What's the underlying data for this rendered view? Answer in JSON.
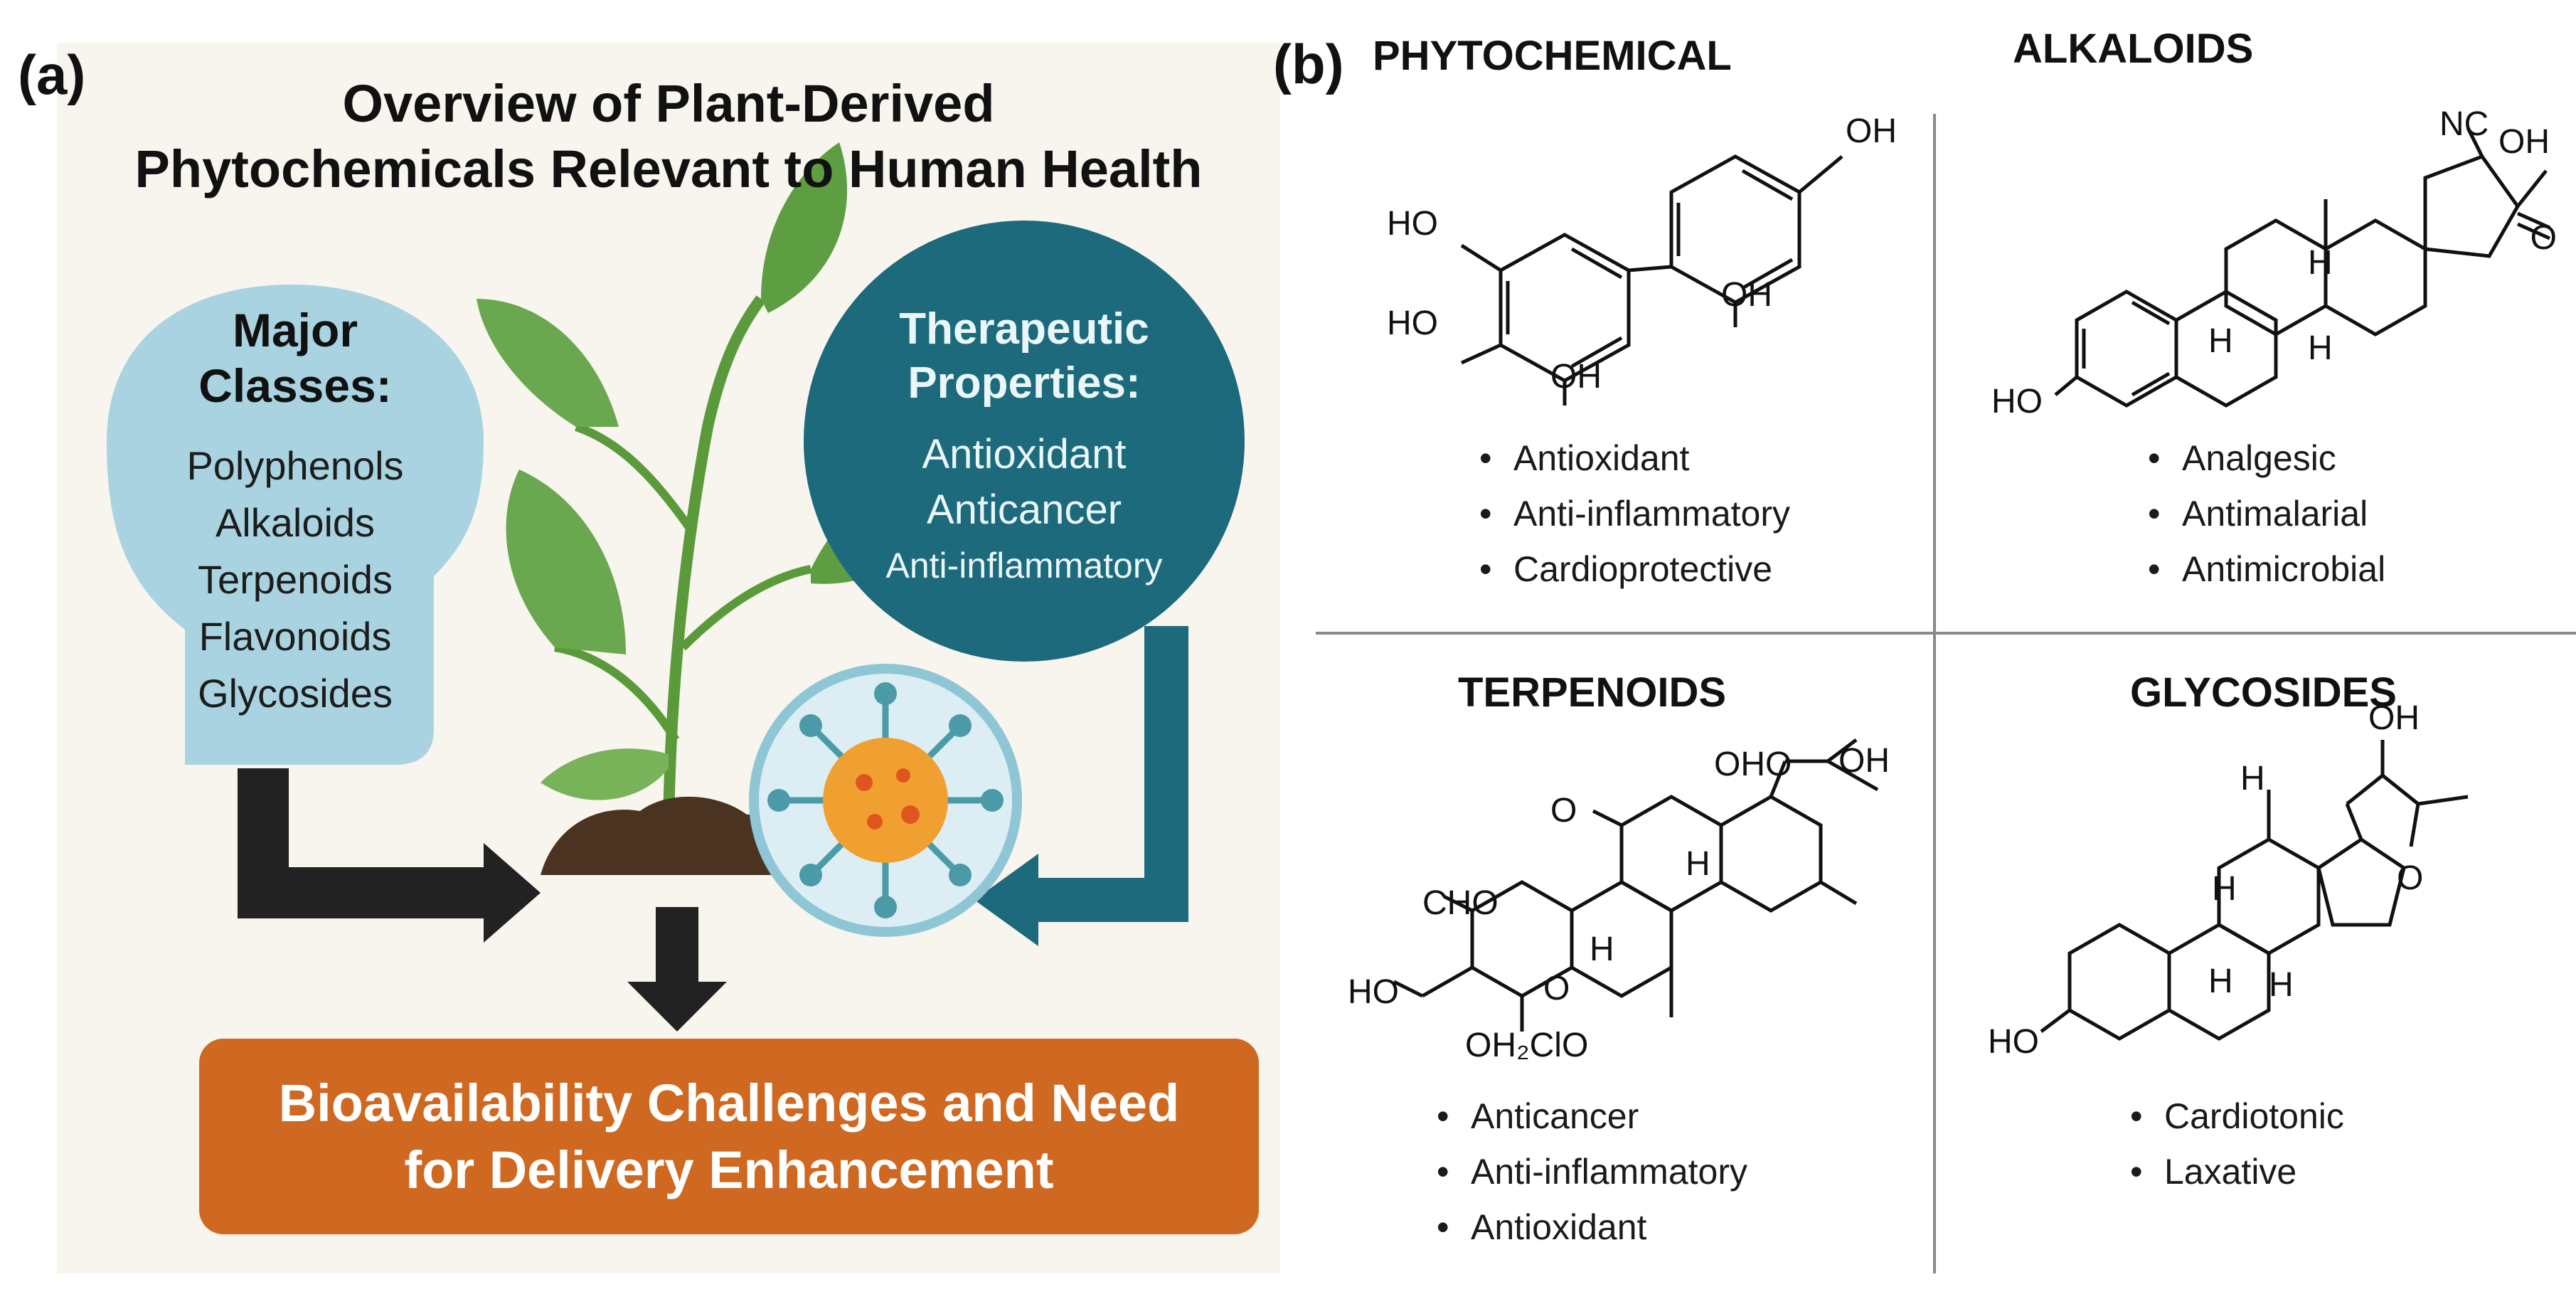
{
  "panel_a": {
    "label": "(a)",
    "title_line1": "Overview of Plant-Derived",
    "title_line2": "Phytochemicals Relevant to Human Health",
    "classes_heading_line1": "Major",
    "classes_heading_line2": "Classes:",
    "classes": [
      "Polyphenols",
      "Alkaloids",
      "Terpenoids",
      "Flavonoids",
      "Glycosides"
    ],
    "properties_heading_line1": "Therapeutic",
    "properties_heading_line2": "Properties:",
    "properties": [
      "Antioxidant",
      "Anticancer",
      "Anti-inflammatory"
    ],
    "banner_line1": "Bioavailability Challenges and Need",
    "banner_line2": "for Delivery Enhancement",
    "colors": {
      "background": "#f8f5ef",
      "classes_bubble": "#a9d3e0",
      "properties_bubble": "#1c6a7c",
      "banner": "#cf6821",
      "arrow_dark": "#222222",
      "leaf": "#5b9a3a",
      "soil": "#4a3320",
      "virus": "#f0a030"
    },
    "icons": [
      "plant-icon",
      "soil-icon",
      "virus-icon",
      "arrow-icon"
    ]
  },
  "panel_b": {
    "label": "(b)",
    "quadrants": [
      {
        "title": "PHYTOCHEMICAL",
        "labels": [
          "OH",
          "HO",
          "HO",
          "OH",
          "OH"
        ],
        "bullets": [
          "Antioxidant",
          "Anti-inflammatory",
          "Cardioprotective"
        ]
      },
      {
        "title": "ALKALOIDS",
        "labels": [
          "NC",
          "OH",
          "O",
          "H",
          "H",
          "H",
          "HO"
        ],
        "bullets": [
          "Analgesic",
          "Antimalarial",
          "Antimicrobial"
        ]
      },
      {
        "title": "TERPENOIDS",
        "labels": [
          "OHO",
          "OH",
          "O",
          "H",
          "H",
          "CHO",
          "HO",
          "O",
          "OH₂ClO"
        ],
        "bullets": [
          "Anticancer",
          "Anti-inflammatory",
          "Antioxidant"
        ]
      },
      {
        "title": "GLYCOSIDES",
        "labels": [
          "OH",
          "H",
          "O",
          "H",
          "H",
          "H",
          "HO"
        ],
        "bullets": [
          "Cardiotonic",
          "Laxative"
        ]
      }
    ],
    "bullet_glyph": "•",
    "colors": {
      "divider": "#888888"
    }
  }
}
